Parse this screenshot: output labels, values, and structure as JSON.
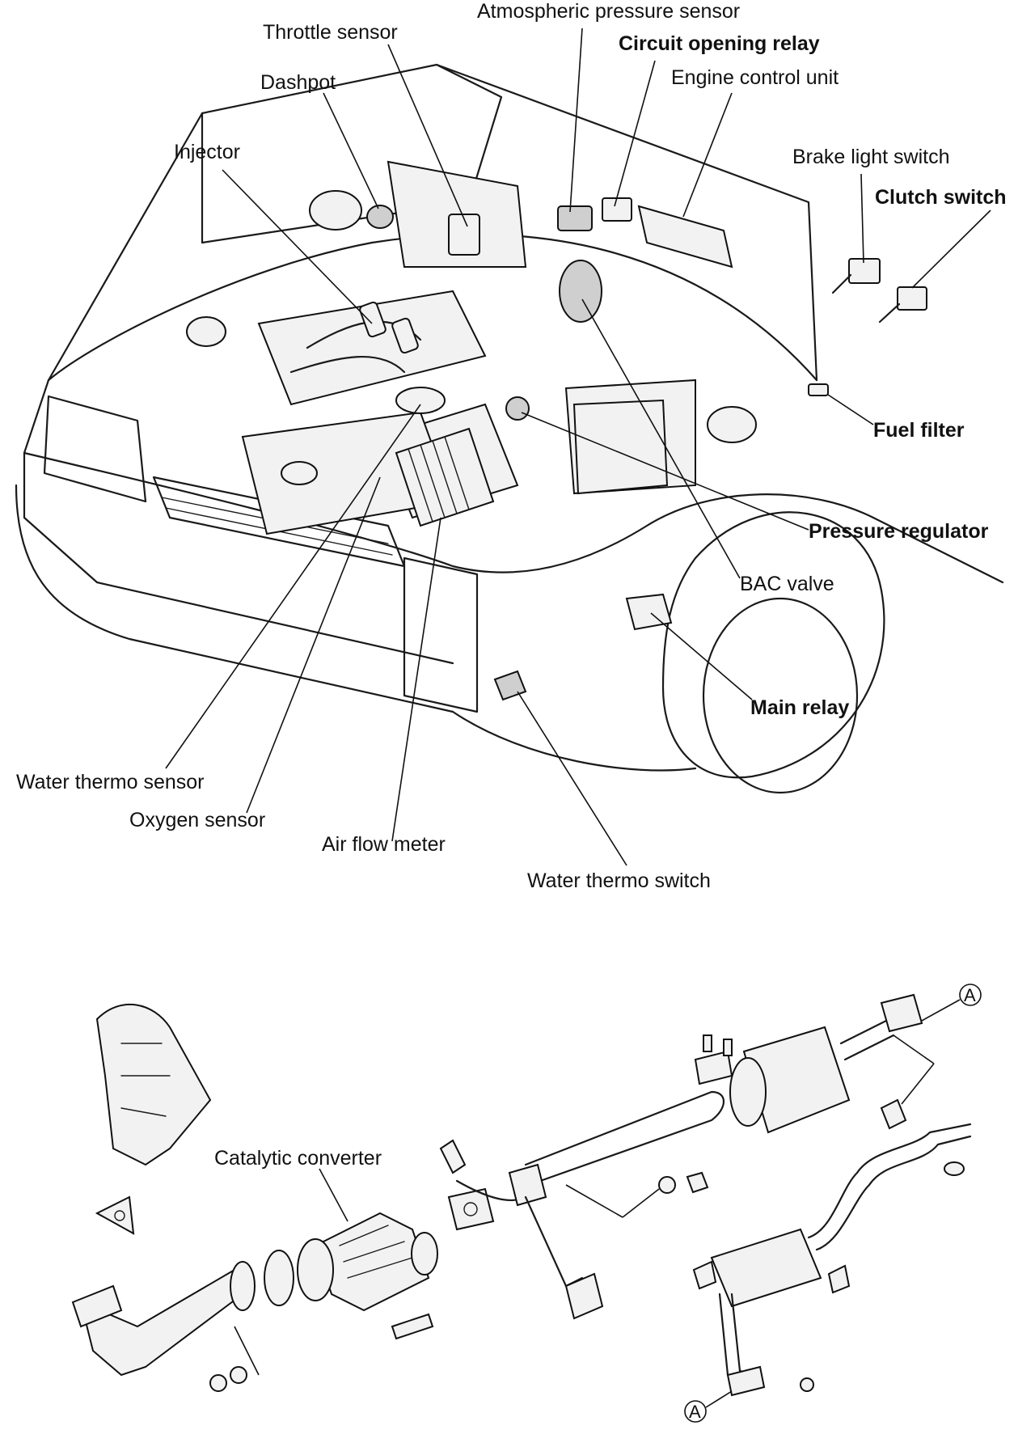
{
  "labels": {
    "atmospheric_pressure_sensor": "Atmospheric pressure sensor",
    "throttle_sensor": "Throttle sensor",
    "circuit_opening_relay": "Circuit opening relay",
    "engine_control_unit": "Engine control unit",
    "dashpot": "Dashpot",
    "injector": "Injector",
    "brake_light_switch": "Brake light switch",
    "clutch_switch": "Clutch switch",
    "fuel_filter": "Fuel filter",
    "pressure_regulator": "Pressure regulator",
    "bac_valve": "BAC valve",
    "main_relay": "Main relay",
    "water_thermo_sensor": "Water thermo sensor",
    "oxygen_sensor": "Oxygen sensor",
    "air_flow_meter": "Air flow meter",
    "water_thermo_switch": "Water thermo switch",
    "catalytic_converter": "Catalytic converter"
  },
  "reference_marks": {
    "a_upper": "A",
    "a_lower": "A"
  }
}
